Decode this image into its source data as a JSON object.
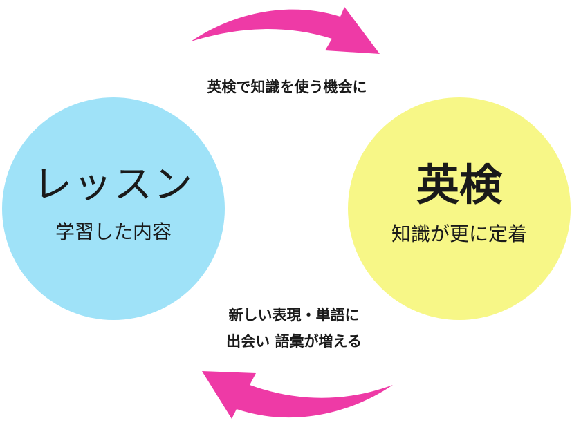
{
  "lesson": {
    "title": "レッスン",
    "subtitle": "学習した内容"
  },
  "eiken": {
    "title": "英検",
    "subtitle": "知識が更に定着"
  },
  "top_caption": "英検で知識を使う機会に",
  "bottom_caption": {
    "line1": "新しい表現・単語に",
    "line2": "出会い 語彙が増える"
  },
  "colors": {
    "lesson_circle": "#9fe2f8",
    "eiken_circle": "#f7f787",
    "arrow": "#ee3aa6"
  }
}
